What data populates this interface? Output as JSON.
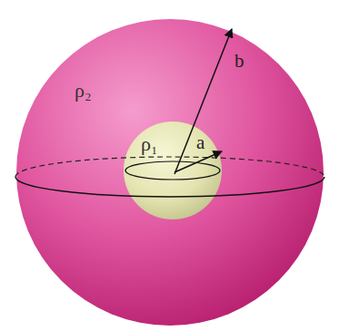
{
  "diagram": {
    "nodes": [
      {
        "text": [
          "ρ₂"
        ]
      },
      {
        "text": [
          "ρ₁"
        ],
        "in": 0
      }
    ],
    "labels": [
      "b",
      "a"
    ]
  }
}
